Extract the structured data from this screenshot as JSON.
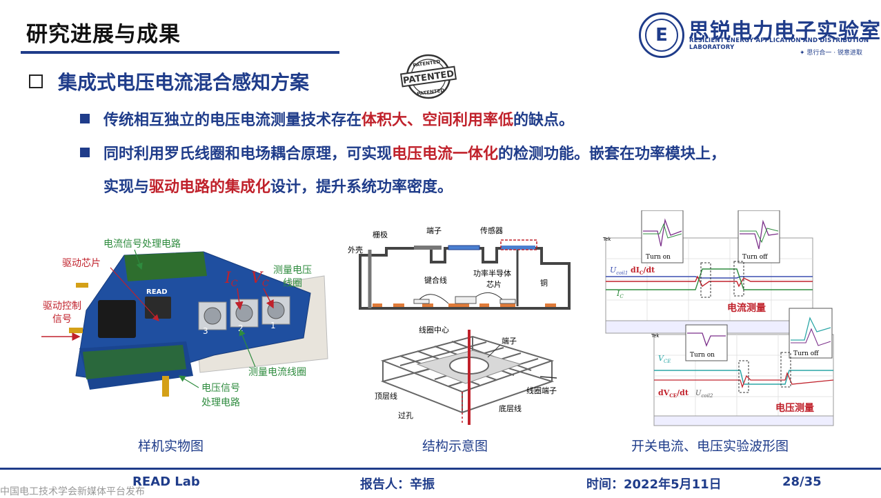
{
  "header": {
    "title": "研究进展与成果",
    "lab_name_cn": "思锐电力电子实验室",
    "lab_name_en": "RESILIENT ENERGY APPLICATION AND DISTRIBUTION LABORATORY",
    "lab_motto": "✦ 思行合一 · 锐意进取",
    "logo_letter": "E"
  },
  "section": {
    "title": "集成式电压电流混合感知方案",
    "stamp_text_top": "PATENTED",
    "stamp_text_mid": "PATENTED",
    "stamp_text_bottom": "PATENTED"
  },
  "bullets": [
    {
      "parts": [
        "传统相互独立的电压电流测量技术存在",
        "体积大、空间利用率低",
        "的缺点。"
      ]
    },
    {
      "parts": [
        "同时利用罗氏线圈和电场耦合原理，可实现",
        "电压电流一体化",
        "的检测功能。嵌套在功率模块上，"
      ]
    },
    {
      "parts": [
        "实现与",
        "驱动电路的集成化",
        "设计，提升系统功率密度。"
      ]
    }
  ],
  "photo": {
    "caption": "样机实物图",
    "labels": {
      "current_circuit": "电流信号处理电路",
      "driver_chip": "驱动芯片",
      "drive_ctrl_1": "驱动控制",
      "drive_ctrl_2": "信号",
      "ic": "I",
      "ic_sub": "C",
      "vc": "V",
      "vc_sub": "C",
      "voltage_coil_1": "测量电压",
      "voltage_coil_2": "线圈",
      "current_coil": "测量电流线圈",
      "voltage_circuit_1": "电压信号",
      "voltage_circuit_2": "处理电路",
      "brand": "READ",
      "n1": "1",
      "n2": "2",
      "n3": "3"
    }
  },
  "structure": {
    "caption": "结构示意图",
    "labels": {
      "gate": "栅极",
      "terminal": "端子",
      "sensor": "传感器",
      "shell": "外壳",
      "bond_wire": "键合线",
      "chip_1": "功率半导体",
      "chip_2": "芯片",
      "copper": "铜",
      "coil_center": "线圈中心",
      "terminal2": "端子",
      "top_layer": "顶层线",
      "coil_terminal": "线圈端子",
      "via": "过孔",
      "bottom_layer": "底层线"
    }
  },
  "waveform": {
    "caption": "开关电流、电压实验波形图",
    "labels": {
      "turn_on": "Turn on",
      "turn_off": "Turn off",
      "ucoil1": "U",
      "ucoil1_sub": "coil1",
      "dic": "dI",
      "dic_sub": "C",
      "dic_tail": "/dt",
      "ic": "I",
      "ic_sub": "C",
      "current_meas": "电流测量",
      "vce": "V",
      "vce_sub": "CE",
      "dvce": "dV",
      "dvce_sub": "CE",
      "dvce_tail": "/dt",
      "ucoil2": "U",
      "ucoil2_sub": "coil2",
      "voltage_meas": "电压测量",
      "tek": "Tek"
    }
  },
  "footer": {
    "lab": "READ Lab",
    "reporter": "报告人：辛振",
    "date": "时间：2022年5月11日",
    "page": "28/35",
    "watermark": "中国电工技术学会新媒体平台发布"
  }
}
